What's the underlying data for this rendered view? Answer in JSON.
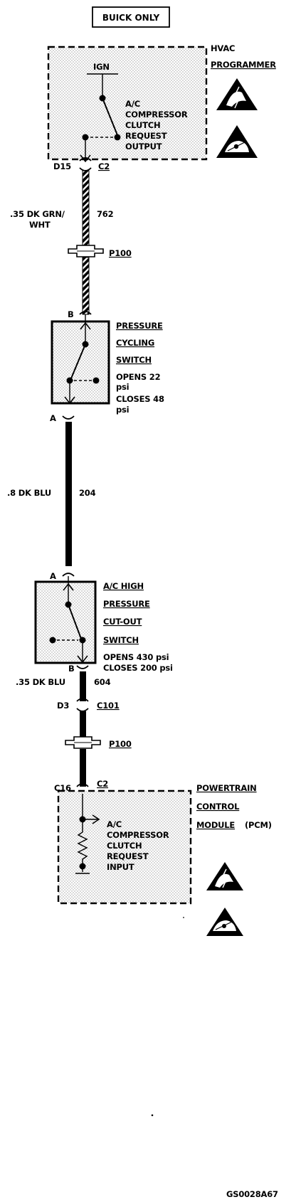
{
  "header": {
    "variant": "BUICK ONLY"
  },
  "hvac": {
    "name_line1": "HVAC",
    "name_line2": "PROGRAMMER",
    "ign": "IGN",
    "circuit_line1": "A/C",
    "circuit_line2": "COMPRESSOR",
    "circuit_line3": "CLUTCH",
    "circuit_line4": "REQUEST",
    "circuit_line5": "OUTPUT",
    "pin": "D15",
    "connector": "C2"
  },
  "wire1": {
    "gauge_color_line1": ".35 DK GRN/",
    "gauge_color_line2": "WHT",
    "circuit": "762"
  },
  "splice1": {
    "name": "P100"
  },
  "pressure_cycling": {
    "pin_top": "B",
    "name_line1": "PRESSURE",
    "name_line2": "CYCLING",
    "name_line3": "SWITCH",
    "opens_line1": "OPENS 22",
    "opens_line2": "psi",
    "closes_line1": "CLOSES 48",
    "closes_line2": "psi",
    "pin_bottom": "A"
  },
  "wire2": {
    "gauge_color": ".8 DK BLU",
    "circuit": "204"
  },
  "high_pressure": {
    "pin_top": "A",
    "name_line1": "A/C HIGH",
    "name_line2": "PRESSURE",
    "name_line3": "CUT-OUT",
    "name_line4": "SWITCH",
    "opens": "OPENS 430 psi",
    "closes": "CLOSES 200 psi",
    "pin_bottom": "B"
  },
  "wire3": {
    "gauge_color": ".35 DK BLU",
    "circuit": "604",
    "pin": "D3",
    "connector": "C101"
  },
  "splice2": {
    "name": "P100"
  },
  "pcm": {
    "pin": "C16",
    "connector": "C2",
    "name_line1": "POWERTRAIN",
    "name_line2": "CONTROL",
    "name_line3": "MODULE",
    "name_line3b": "(PCM)",
    "circuit_line1": "A/C",
    "circuit_line2": "COMPRESSOR",
    "circuit_line3": "CLUTCH",
    "circuit_line4": "REQUEST",
    "circuit_line5": "INPUT"
  },
  "footer": {
    "code": "GS0028A67"
  }
}
